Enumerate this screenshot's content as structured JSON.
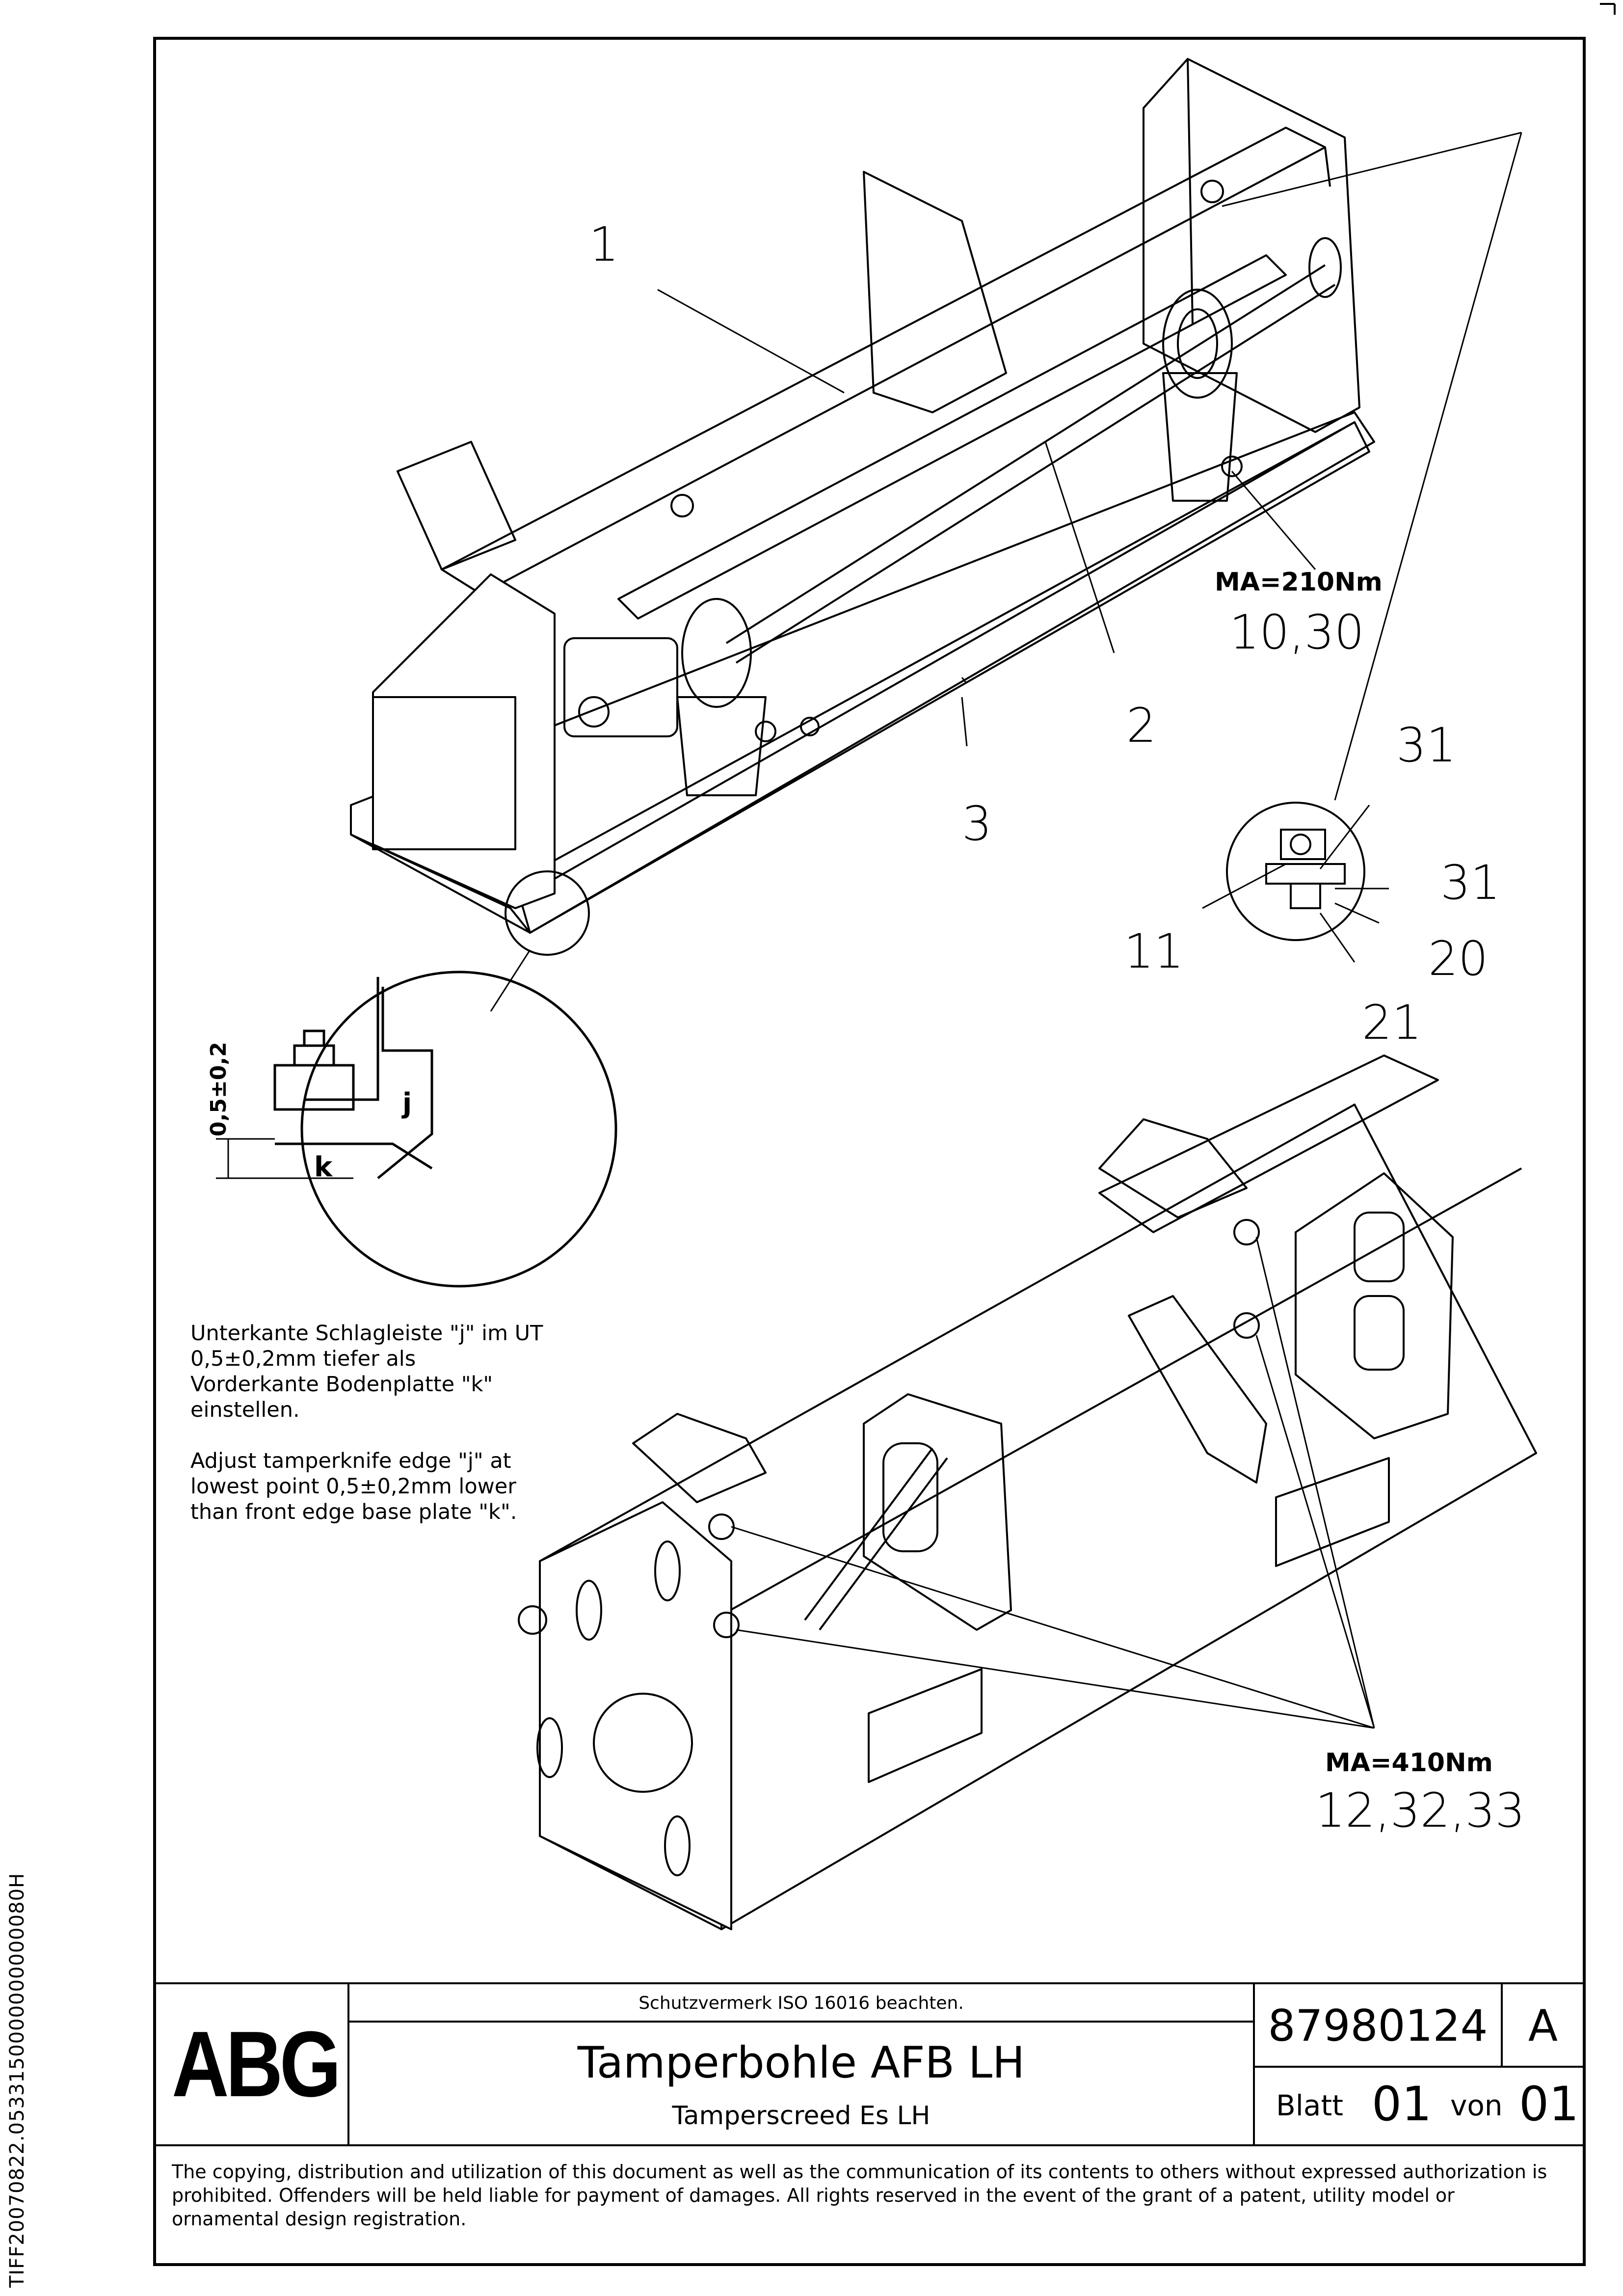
{
  "side_id": "TIFF20070822.0533150000000000080H",
  "callouts": {
    "item_1": "1",
    "item_2": "2",
    "item_3": "3",
    "torque_210": "MA=210Nm",
    "items_10_30": "10,30",
    "item_31a": "31",
    "item_31b": "31",
    "item_11": "11",
    "item_20": "20",
    "item_21": "21",
    "torque_410": "MA=410Nm",
    "items_12_32_33": "12,32,33"
  },
  "detail": {
    "dimension": "0,5±0,2",
    "label_j": "j",
    "label_k": "k"
  },
  "notes": {
    "german": "Unterkante Schlagleiste \"j\" im UT 0,5±0,2mm tiefer als Vorderkante Bodenplatte \"k\" einstellen.",
    "english": "Adjust tamperknife edge \"j\" at lowest point 0,5±0,2mm lower than front edge base plate \"k\"."
  },
  "title_block": {
    "logo": "ABG",
    "protection_note": "Schutzvermerk ISO 16016 beachten.",
    "title": "Tamperbohle AFB LH",
    "subtitle": "Tamperscreed Es LH",
    "drawing_number": "87980124",
    "revision": "A",
    "sheet_label": "Blatt",
    "sheet_number": "01",
    "of_label": "von",
    "sheet_total": "01",
    "copyright": "The copying, distribution and utilization of this document as well as the communication of its contents to others without expressed authorization is prohibited. Offenders will be held liable for payment of damages. All rights reserved in the event of the grant of a patent, utility model or ornamental design registration."
  }
}
